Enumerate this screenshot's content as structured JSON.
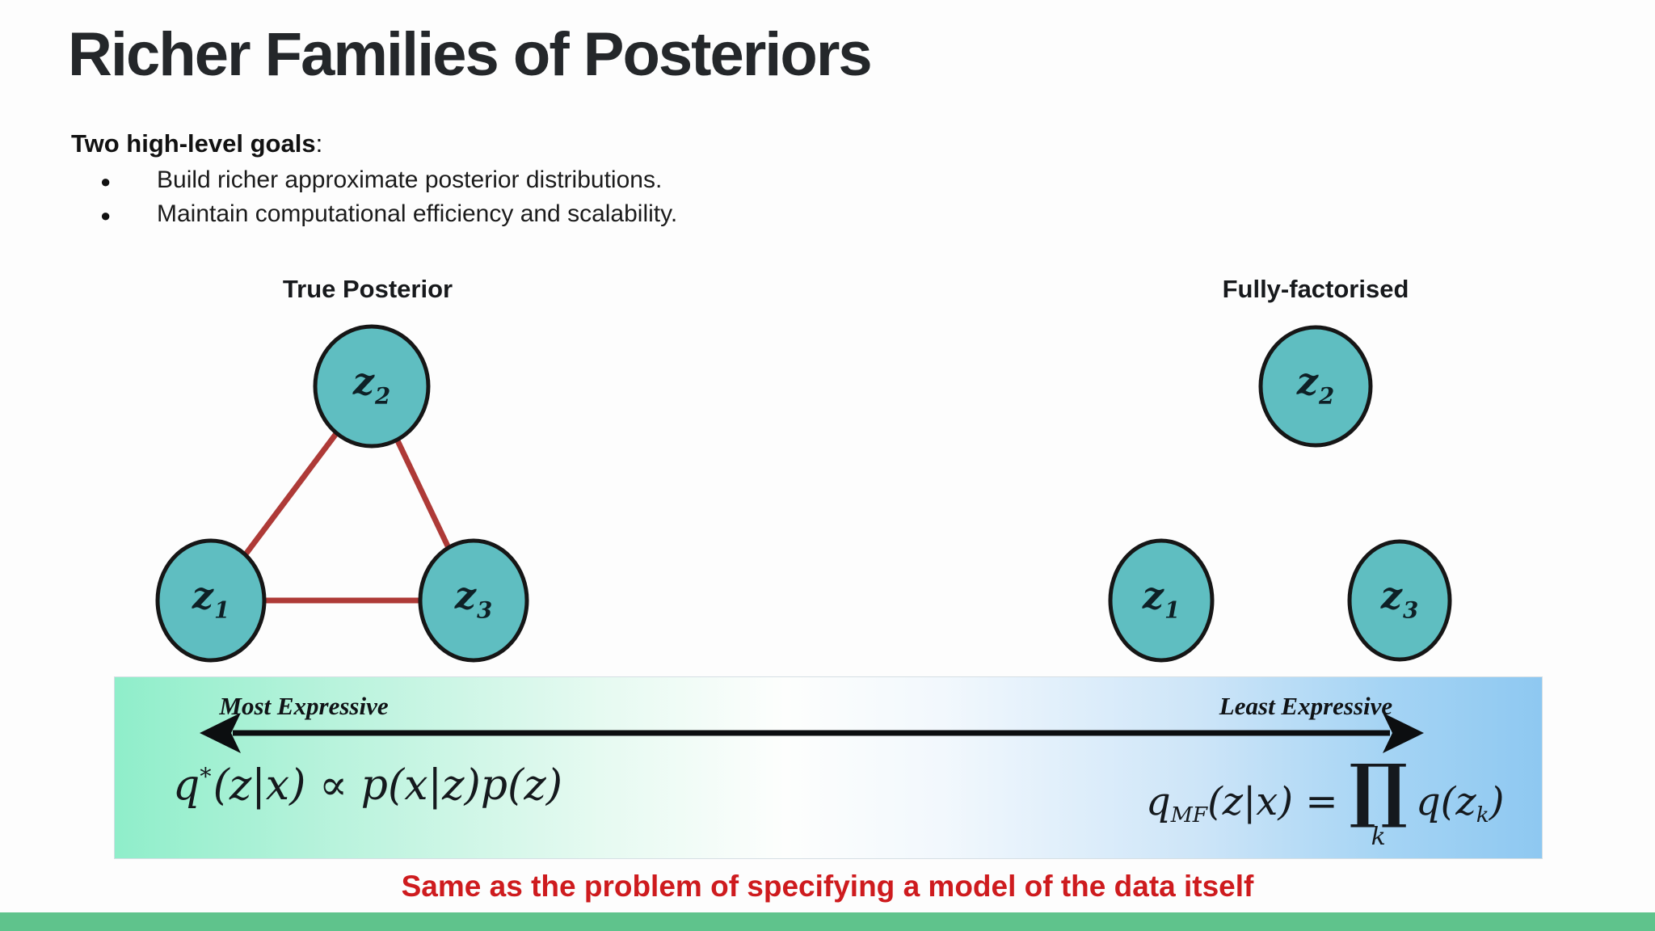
{
  "title": "Richer Families of Posteriors",
  "goals": {
    "heading_bold": "Two high-level goals",
    "heading_suffix": ":",
    "bullet_glyph": "●",
    "items": [
      "Build richer approximate posterior distributions.",
      "Maintain computational efficiency and scalability."
    ]
  },
  "graphs": {
    "true_posterior": {
      "title": "True Posterior",
      "nodes": [
        {
          "symbol": "z",
          "sub": "2"
        },
        {
          "symbol": "z",
          "sub": "1"
        },
        {
          "symbol": "z",
          "sub": "3"
        }
      ],
      "edges": "fully-connected-triangle"
    },
    "fully_factorised": {
      "title": "Fully-factorised",
      "nodes": [
        {
          "symbol": "z",
          "sub": "2"
        },
        {
          "symbol": "z",
          "sub": "1"
        },
        {
          "symbol": "z",
          "sub": "3"
        }
      ],
      "edges": "none"
    }
  },
  "expressiveness_bar": {
    "left_label": "Most Expressive",
    "right_label": "Least Expressive",
    "left_formula": {
      "q": "q",
      "star": "*",
      "rest": "(z|x) ∝ p(x|z)p(z)"
    },
    "right_formula": {
      "q": "q",
      "q_sub": "MF",
      "mid": "(z|x) =",
      "prod": "∏",
      "prod_sub": "k",
      "rhs_pre": "q(z",
      "rhs_sub": "k",
      "rhs_post": ")"
    }
  },
  "callout": "Same as the problem of specifying a model of the data itself",
  "colors": {
    "node_fill": "#5fbec1",
    "node_stroke": "#161616",
    "edge_red": "#ae3a37",
    "gradient_left": "#8feeca",
    "gradient_right": "#8ec8f1",
    "footer_green": "#5fc38c",
    "callout_red": "#ce1b1e",
    "title_text": "#24272a"
  }
}
